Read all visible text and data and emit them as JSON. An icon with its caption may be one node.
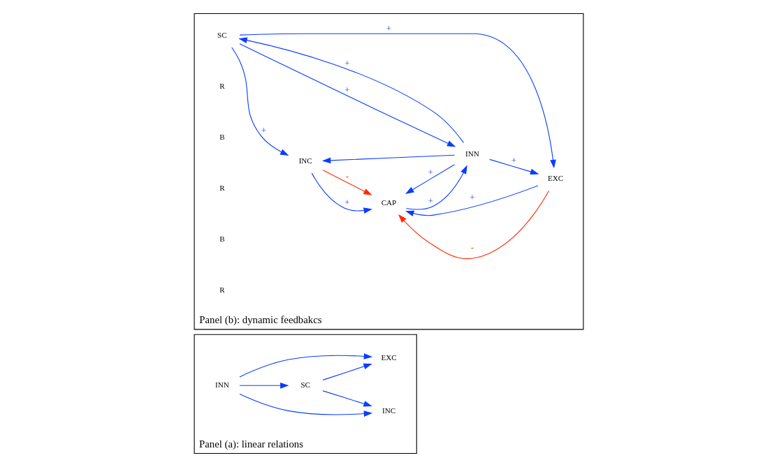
{
  "diagram": {
    "nodes": [
      {
        "text": [
          "Panel (a): linear relations"
        ]
      },
      {
        "text": [
          "SC"
        ],
        "in": 0
      },
      {
        "text": [
          "INC"
        ],
        "in": 0
      },
      {
        "text": [
          "INN"
        ],
        "in": 0
      },
      {
        "text": [
          "EXC"
        ],
        "in": 0
      },
      {
        "text": [
          "Panel (b): dynamic feedbakcs"
        ]
      },
      {
        "text": [
          "SC"
        ],
        "in": 5
      },
      {
        "text": [
          "INC"
        ],
        "in": 5
      },
      {
        "text": [
          "INN"
        ],
        "in": 5
      },
      {
        "text": [
          "CAP"
        ],
        "in": 5
      },
      {
        "text": [
          "EXC"
        ],
        "in": 5
      }
    ],
    "edges": [
      {
        "from": 1,
        "to": 2,
        "arrow": "to"
      },
      {
        "from": 3,
        "to": 1,
        "arrow": "to"
      },
      {
        "from": 3,
        "to": 2,
        "arrow": "to"
      },
      {
        "from": 3,
        "to": 4,
        "arrow": "to"
      },
      {
        "from": 1,
        "to": 4,
        "arrow": "to"
      },
      {
        "from": 6,
        "to": 7,
        "arrow": "to",
        "label": "+"
      },
      {
        "from": 8,
        "to": 6,
        "arrow": "to",
        "label": "+"
      },
      {
        "from": 8,
        "to": 7,
        "arrow": "to"
      },
      {
        "from": 7,
        "to": 9,
        "arrow": "to",
        "label": "+"
      },
      {
        "from": 7,
        "to": 9,
        "arrow": "to",
        "label": "-",
        "color": "#ff2a00"
      },
      {
        "from": 9,
        "to": 8,
        "arrow": "to",
        "label": "+"
      },
      {
        "from": 8,
        "to": 9,
        "arrow": "to",
        "label": "+"
      },
      {
        "from": 6,
        "to": 8,
        "arrow": "to",
        "label": "+"
      },
      {
        "from": 8,
        "to": 10,
        "arrow": "to",
        "label": "+"
      },
      {
        "from": 6,
        "to": 10,
        "arrow": "to",
        "label": "+"
      },
      {
        "from": 10,
        "to": 9,
        "arrow": "to",
        "label": "-",
        "color": "#ff2a00"
      },
      {
        "from": 10,
        "to": 9,
        "arrow": "to",
        "label": "+"
      }
    ],
    "labels": [
      "R",
      "B",
      "R",
      "B",
      "R"
    ]
  }
}
